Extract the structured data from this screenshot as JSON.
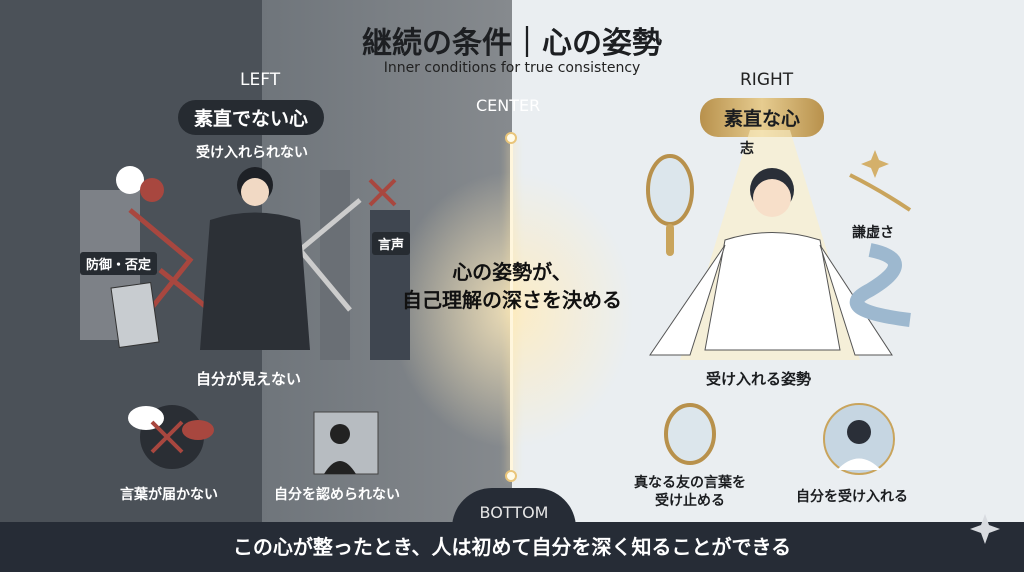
{
  "title": "継続の条件｜心の姿勢",
  "subtitle": "Inner conditions for true consistency",
  "left": {
    "section": "LEFT",
    "badge": "素直でない心",
    "sub": "受け入れられない",
    "labels": {
      "defense": "防御・否定",
      "voice": "言声",
      "cant_see": "自分が見えない",
      "words_not_reach": "言葉が届かない",
      "cant_accept_self": "自分を認められない"
    }
  },
  "center": {
    "section": "CENTER",
    "text_line1": "心の姿勢が、",
    "text_line2": "自己理解の深さを決める"
  },
  "right": {
    "section": "RIGHT",
    "badge": "素直な心",
    "aspiration": "志",
    "humility": "謙虚さ",
    "receptive": "受け入れる姿勢",
    "friend_words_1": "真なる友の言葉を",
    "friend_words_2": "受け止める",
    "accept_self": "自分を受け入れる"
  },
  "bottom": {
    "section": "BOTTOM",
    "message": "この心が整ったとき、人は初めて自分を深く知ることができる"
  },
  "colors": {
    "gold": "#c9a45c",
    "dark": "#262c36",
    "red": "#a8473f"
  }
}
